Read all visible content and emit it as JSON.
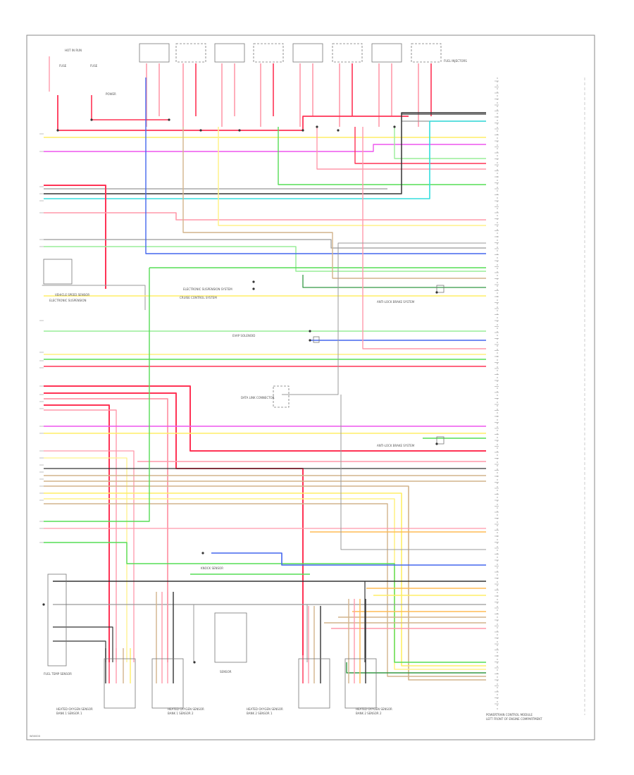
{
  "footer": {
    "figure_code": "W00000"
  },
  "colors": {
    "frame": "#8a8a8a",
    "black": "#333333",
    "red": "#ff3355",
    "pink": "#ff99aa",
    "yellow": "#ffee66",
    "lt_yellow": "#fff28a",
    "green": "#55dd55",
    "lt_green": "#99ee99",
    "blue": "#4466ee",
    "lt_blue": "#66ccff",
    "cyan": "#33dddd",
    "violet": "#ee55ee",
    "orange": "#ffbb55",
    "tan": "#d2b48c",
    "dk_green": "#339944",
    "gray": "#999999"
  },
  "top_left_box": {
    "title": "HOT IN RUN"
  },
  "top_right_note": "FUEL INJECTORS",
  "small_labels": {
    "speed_sensor": "VEHICLE SPEED SENSOR",
    "cruise": "CRUISE CONTROL SYSTEM",
    "electronic_suspension": "ELECTRONIC SUSPENSION SYSTEM",
    "anti_lock_1": "ANTI-LOCK BRAKE SYSTEM",
    "anti_lock_2": "ANTI-LOCK BRAKE SYSTEM",
    "data_link": "DATA LINK CONNECTOR",
    "evap": "EVAP SOLENOID",
    "knock_sensor": "KNOCK SENSOR",
    "pcm": "POWERTRAIN CONTROL MODULE",
    "pcm_sub": "LEFT FRONT OF ENGINE COMPARTMENT",
    "o2_1": "HEATED OXYGEN SENSOR",
    "o2_2": "HEATED OXYGEN SENSOR",
    "o2_3": "HEATED OXYGEN SENSOR",
    "o2_4": "HEATED OXYGEN SENSOR",
    "o2_loc_1": "BANK 1 SENSOR 1",
    "o2_loc_2": "BANK 1 SENSOR 2",
    "o2_loc_3": "BANK 2 SENSOR 1",
    "o2_loc_4": "BANK 2 SENSOR 2",
    "fuel_temp": "FUEL TEMP SENSOR",
    "sensor_block": "SENSOR",
    "top_left_1": "FUSE",
    "top_left_2": "FUSE",
    "top_left_3": "POWER",
    "left_box": "ELECTRONIC SUSPENSION"
  }
}
